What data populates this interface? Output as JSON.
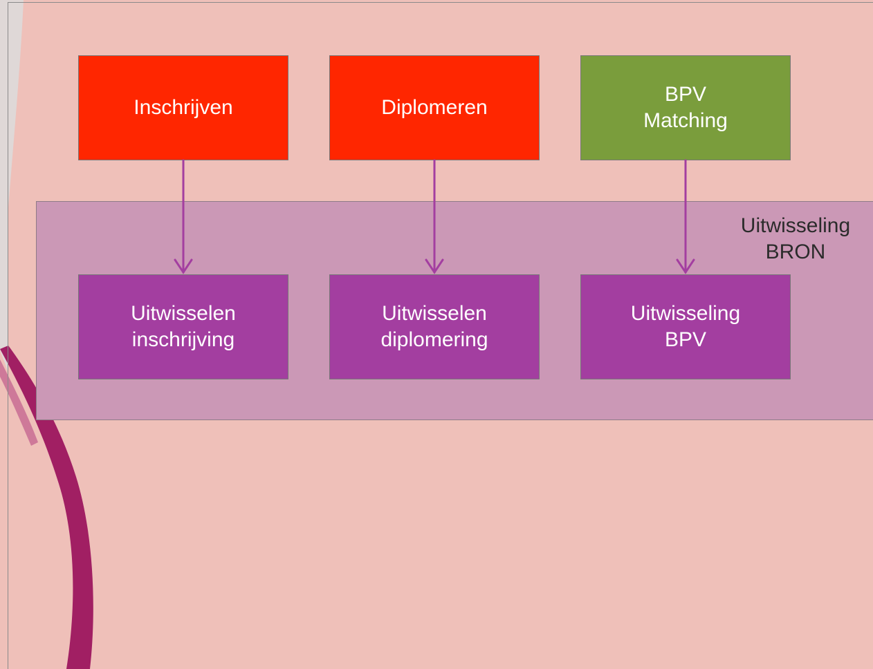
{
  "diagram": {
    "top_boxes": [
      {
        "label": "Inschrijven",
        "color": "#ff2600"
      },
      {
        "label": "Diplomeren",
        "color": "#ff2600"
      },
      {
        "label": "BPV\nMatching",
        "color": "#7a9d3c"
      }
    ],
    "group": {
      "label": "Uitwisseling\nBRON",
      "color": "#cb98b6"
    },
    "bottom_boxes": [
      {
        "label": "Uitwisselen\ninschrijving",
        "color": "#a33ea0"
      },
      {
        "label": "Uitwisselen\ndiplomering",
        "color": "#a33ea0"
      },
      {
        "label": "Uitwisseling\nBPV",
        "color": "#a33ea0"
      }
    ],
    "connector_color": "#a33ea0",
    "background_color": "#efc0b9"
  }
}
